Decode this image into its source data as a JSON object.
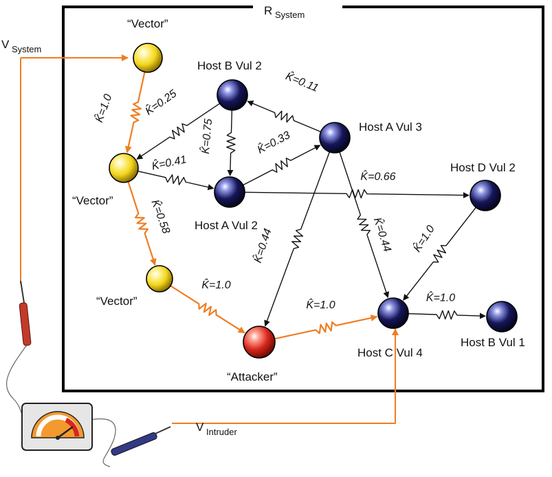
{
  "system_box": {
    "title": "R",
    "title_sub": "System"
  },
  "probes": {
    "system": {
      "label": "V",
      "sub": "System"
    },
    "intruder": {
      "label": "V",
      "sub": "Intruder"
    }
  },
  "nodes": [
    {
      "id": "vector1",
      "label": "“Vector”",
      "type": "vector"
    },
    {
      "id": "vector2",
      "label": "“Vector”",
      "type": "vector"
    },
    {
      "id": "vector3",
      "label": "“Vector”",
      "type": "vector"
    },
    {
      "id": "attacker",
      "label": "“Attacker”",
      "type": "attacker"
    },
    {
      "id": "hostBvul2",
      "label": "Host B Vul 2",
      "type": "host"
    },
    {
      "id": "hostAvul3",
      "label": "Host A Vul 3",
      "type": "host"
    },
    {
      "id": "hostAvul2",
      "label": "Host A Vul 2",
      "type": "host"
    },
    {
      "id": "hostDvul2",
      "label": "Host D Vul 2",
      "type": "host"
    },
    {
      "id": "hostCvul4",
      "label": "Host C Vul 4",
      "type": "host"
    },
    {
      "id": "hostBvul1",
      "label": "Host B Vul 1",
      "type": "host"
    }
  ],
  "edges": [
    {
      "id": "e1",
      "from": "vector1",
      "to": "vector2",
      "k": "K̂=1.0",
      "orange": true
    },
    {
      "id": "e2",
      "from": "hostBvul2",
      "to": "vector2",
      "k": "K̂=0.25",
      "orange": false
    },
    {
      "id": "e3",
      "from": "hostBvul2",
      "to": "hostAvul2",
      "k": "K̂=0.75",
      "orange": false
    },
    {
      "id": "e4",
      "from": "hostAvul3",
      "to": "hostBvul2",
      "k": "K̂=0.11",
      "orange": false
    },
    {
      "id": "e5",
      "from": "vector2",
      "to": "hostAvul2",
      "k": "K̂=0.41",
      "orange": false
    },
    {
      "id": "e6",
      "from": "hostAvul2",
      "to": "hostAvul3",
      "k": "K̂=0.33",
      "orange": false
    },
    {
      "id": "e7",
      "from": "hostAvul2",
      "to": "hostDvul2",
      "k": "K̂=0.66",
      "orange": false
    },
    {
      "id": "e8",
      "from": "vector2",
      "to": "vector3",
      "k": "K̂=0.58",
      "orange": true
    },
    {
      "id": "e9",
      "from": "hostAvul3",
      "to": "attacker",
      "k": "K̂=0.44",
      "orange": false
    },
    {
      "id": "e10",
      "from": "hostAvul3",
      "to": "hostCvul4",
      "k": "K̂=0.44",
      "orange": false
    },
    {
      "id": "e11",
      "from": "hostDvul2",
      "to": "hostCvul4",
      "k": "K̂=1.0",
      "orange": false
    },
    {
      "id": "e12",
      "from": "vector3",
      "to": "attacker",
      "k": "K̂=1.0",
      "orange": true
    },
    {
      "id": "e13",
      "from": "attacker",
      "to": "hostCvul4",
      "k": "K̂=1.0",
      "orange": true
    },
    {
      "id": "e14",
      "from": "hostCvul4",
      "to": "hostBvul1",
      "k": "K̂=1.0",
      "orange": false
    }
  ],
  "colors": {
    "vector": "#f2d61c",
    "attacker": "#d8261c",
    "host": "#16165a",
    "orange_wire": "#ef7d22",
    "black_wire": "#111111",
    "box": "#000000"
  },
  "icons": [
    "voltmeter-icon",
    "probe-pen-icon"
  ]
}
